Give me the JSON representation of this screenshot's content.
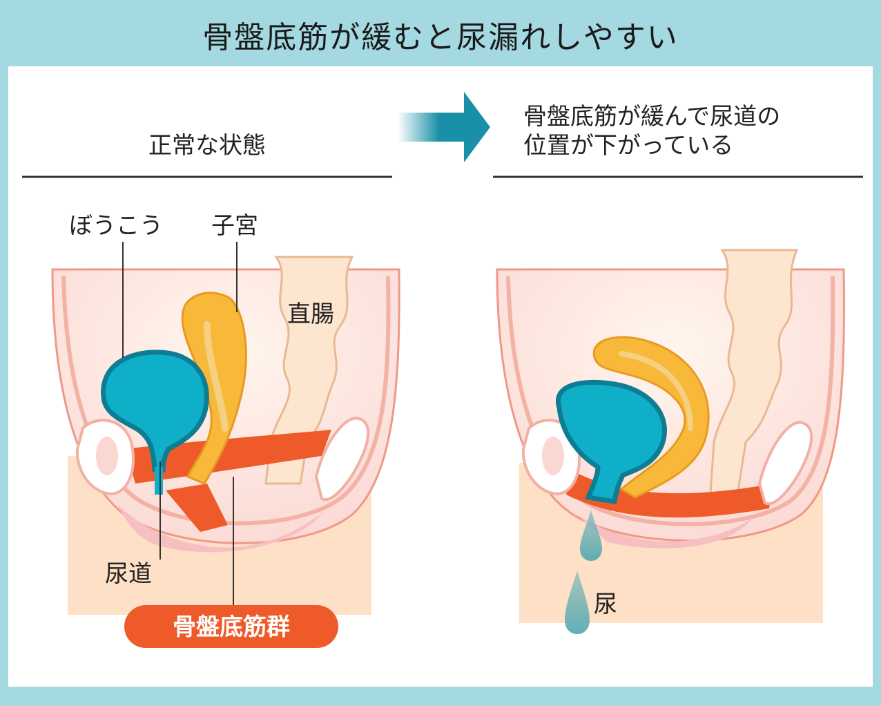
{
  "title": "骨盤底筋が緩むと尿漏れしやすい",
  "left_panel": {
    "heading": "正常な状態",
    "labels": {
      "bladder": "ぼうこう",
      "uterus": "子宮",
      "rectum": "直腸",
      "urethra": "尿道",
      "pelvic_floor": "骨盤底筋群"
    }
  },
  "right_panel": {
    "heading_line1": "骨盤底筋が緩んで尿道の",
    "heading_line2": "位置が下がっている",
    "labels": {
      "urine": "尿"
    }
  },
  "colors": {
    "background": "#a5d9e2",
    "bladder": "#10afc9",
    "bladder_outline": "#0d7d93",
    "uterus": "#f8b83a",
    "muscle": "#ee5a2a",
    "skin": "#fde0c6",
    "arrow": "#1a8fa8"
  }
}
